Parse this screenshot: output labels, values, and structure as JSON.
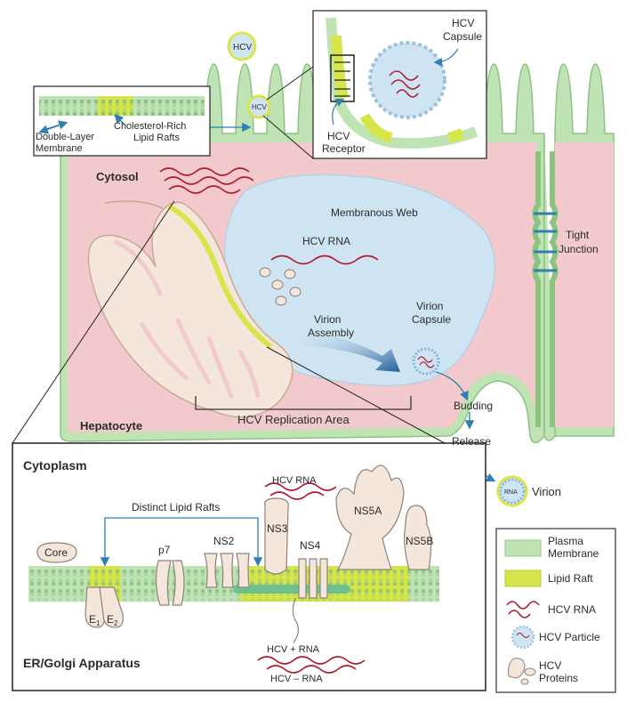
{
  "cell": {
    "cytosol": "Cytosol",
    "hepatocyte": "Hepatocyte",
    "membranous_web": "Membranous Web",
    "hcv_rna": "HCV RNA",
    "virion_assembly_1": "Virion",
    "virion_assembly_2": "Assembly",
    "virion_capsule_1": "Virion",
    "virion_capsule_2": "Capsule",
    "replication_area": "HCV Replication Area",
    "tight_junction_1": "Tight",
    "tight_junction_2": "Junction",
    "budding": "Budding",
    "release": "Release",
    "virion": "Virion",
    "virion_rna": "RNA",
    "hcv_outside": "HCV",
    "hcv_bound": "HCV"
  },
  "membrane_inset": {
    "double_layer_1": "Double-Layer",
    "double_layer_2": "Membrane",
    "lipid_rafts_1": "Cholesterol-Rich",
    "lipid_rafts_2": "Lipid Rafts"
  },
  "receptor_inset": {
    "capsule_1": "HCV",
    "capsule_2": "Capsule",
    "receptor_1": "HCV",
    "receptor_2": "Receptor"
  },
  "zoom_panel": {
    "cytoplasm": "Cytoplasm",
    "er_golgi": "ER/Golgi Apparatus",
    "distinct_rafts": "Distinct Lipid Rafts",
    "hcv_rna": "HCV RNA",
    "hcv_plus_rna": "HCV + RNA",
    "hcv_minus_rna": "HCV – RNA",
    "proteins": {
      "core": "Core",
      "e1": "E",
      "e1_sub": "1",
      "e2": "E",
      "e2_sub": "2",
      "p7": "p7",
      "ns2": "NS2",
      "ns3": "NS3",
      "ns4": "NS4",
      "ns5a": "NS5A",
      "ns5b": "NS5B"
    }
  },
  "legend": {
    "plasma_1": "Plasma",
    "plasma_2": "Membrane",
    "lipid_raft": "Lipid Raft",
    "hcv_rna": "HCV RNA",
    "hcv_particle": "HCV Particle",
    "hcv_proteins_1": "HCV",
    "hcv_proteins_2": "Proteins"
  },
  "colors": {
    "membrane": "#bfe3b4",
    "membrane_edge": "#8cc47f",
    "lipid_raft": "#d6e64a",
    "cytosol": "#f2c9cc",
    "web": "#cfe4f3",
    "golgi": "#f5e6dc",
    "rna": "#b01c2e",
    "arrow": "#2f7fb0"
  }
}
